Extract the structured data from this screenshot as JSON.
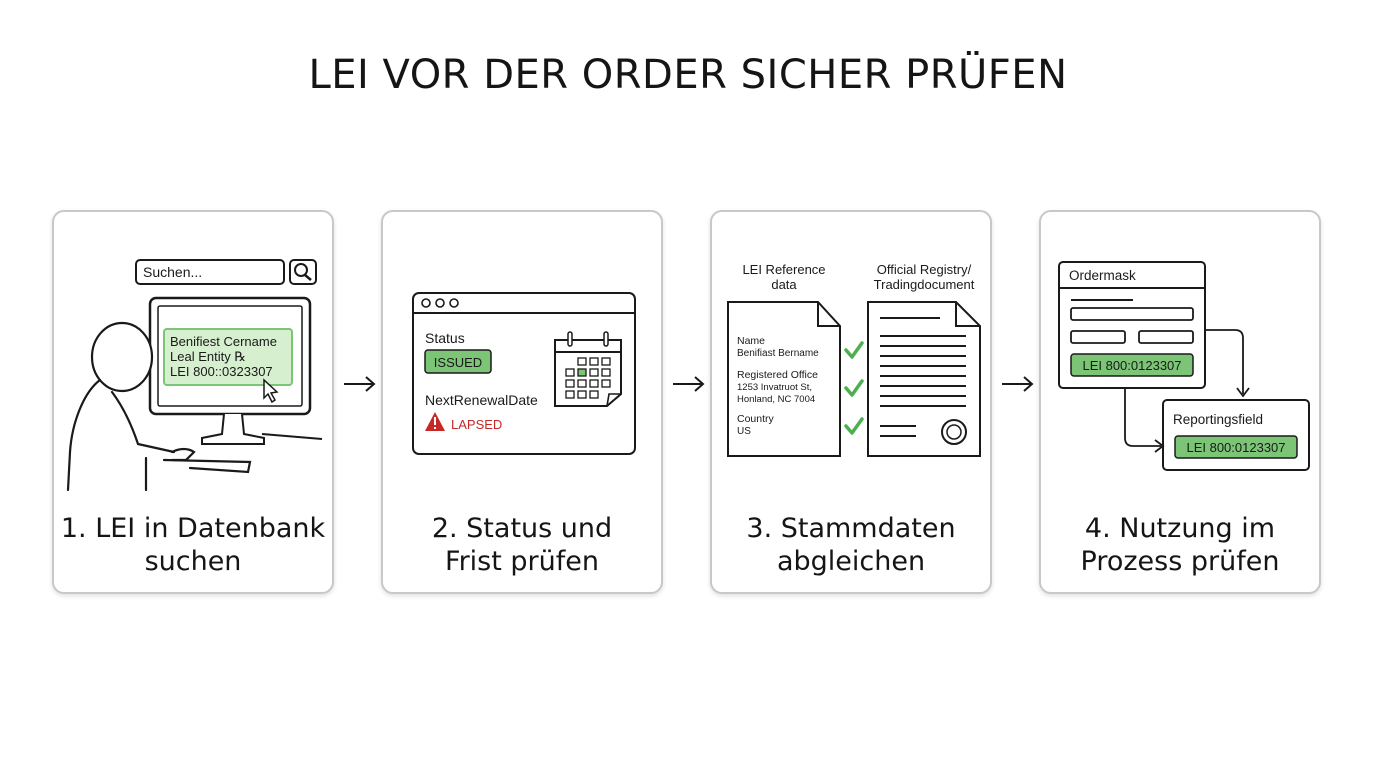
{
  "title": "LEI VOR DER ORDER SICHER PRÜFEN",
  "steps": [
    {
      "caption_line1": "1. LEI in Datenbank",
      "caption_line2": "suchen",
      "search_placeholder": "Suchen...",
      "screen_line1": "Benifiest Cername",
      "screen_line2": "Leal Entity ℞",
      "screen_line3": "LEI 800::0323307"
    },
    {
      "caption_line1": "2. Status und",
      "caption_line2": "Frist prüfen",
      "status_label": "Status",
      "status_value": "ISSUED",
      "renewal_label": "NextRenewalDate",
      "renewal_value": "LAPSED"
    },
    {
      "caption_line1": "3. Stammdaten",
      "caption_line2": "abgleichen",
      "left_doc_title_line1": "LEI Reference",
      "left_doc_title_line2": "data",
      "right_doc_title_line1": "Official Registry/",
      "right_doc_title_line2": "Tradingdocument",
      "field_name_label": "Name",
      "field_name_value": "Benifiast Bername",
      "field_office_label": "Registered Office",
      "field_office_line1": "1253 Invatruot St,",
      "field_office_line2": "Honland, NC 7004",
      "field_country_label": "Country",
      "field_country_value": "US"
    },
    {
      "caption_line1": "4. Nutzung im",
      "caption_line2": "Prozess prüfen",
      "ordermask_label": "Ordermask",
      "ordermask_lei": "LEI 800:0123307",
      "reporting_label": "Reportingsfield",
      "reporting_lei": "LEI 800:0123307"
    }
  ],
  "colors": {
    "green_fill": "#7cc576",
    "green_light": "#d6efcf",
    "check_green": "#4caf50",
    "warning_red": "#c62828",
    "border": "#c8c8c8",
    "ink": "#1a1a1a"
  }
}
